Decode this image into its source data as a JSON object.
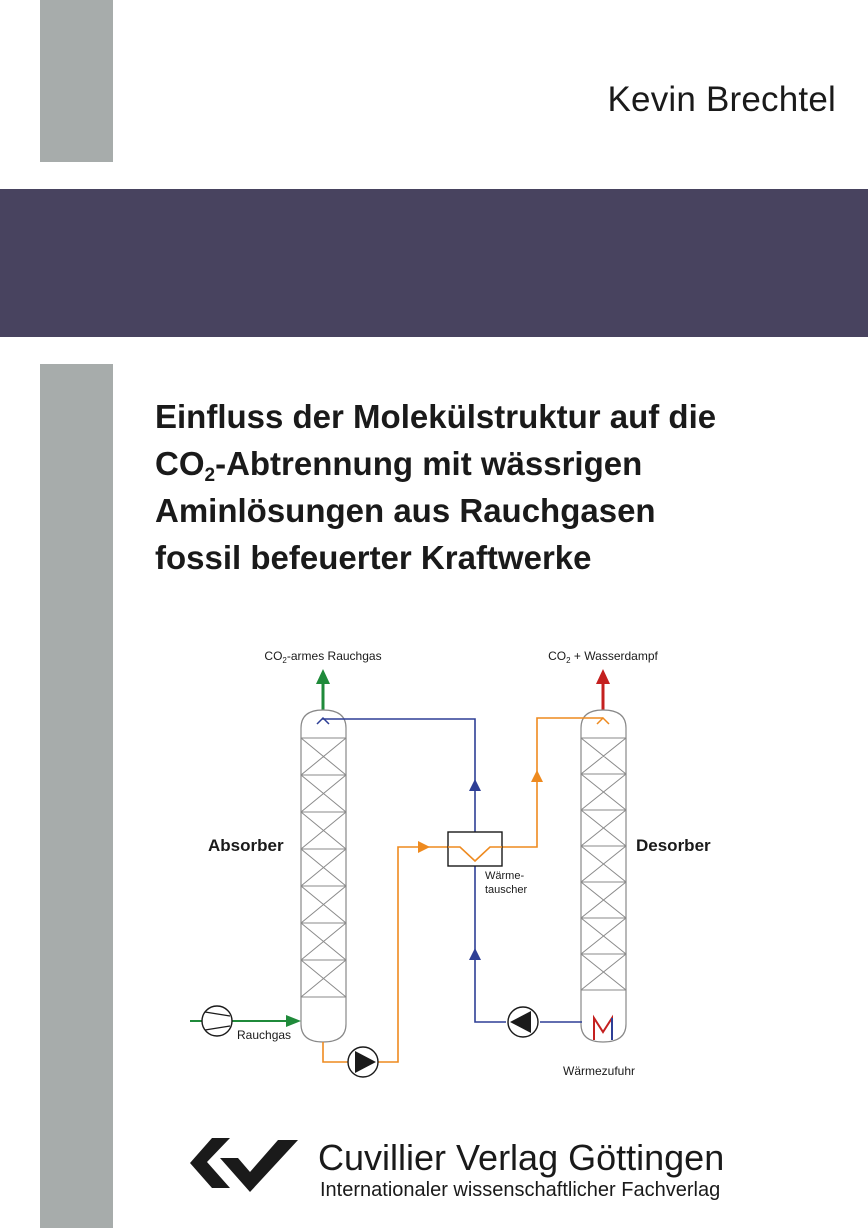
{
  "author": "Kevin Brechtel",
  "title": {
    "line1": "Einfluss der Molekülstruktur auf die",
    "line2_prefix": "CO",
    "line2_sub": "2",
    "line2_suffix": "-Abtrennung mit wässrigen",
    "line3": "Aminlösungen aus Rauchgasen",
    "line4": "fossil befeuerter Kraftwerke"
  },
  "diagram": {
    "absorber_label": "Absorber",
    "desorber_label": "Desorber",
    "co2_lean_gas": {
      "prefix": "CO",
      "sub": "2",
      "suffix": "-armes Rauchgas"
    },
    "co2_steam": {
      "prefix": "CO",
      "sub": "2",
      "suffix": " + Wasserdampf"
    },
    "heat_exchanger_line1": "Wärme-",
    "heat_exchanger_line2": "tauscher",
    "flue_gas_label": "Rauchgas",
    "heat_supply_label": "Wärmezufuhr",
    "colors": {
      "rich": "#ee8a1f",
      "lean": "#2e3f96",
      "gas_out": "#1f8a3a",
      "co2_out": "#c4201f"
    }
  },
  "publisher": {
    "name": "Cuvillier Verlag Göttingen",
    "tagline": "Internationaler wissenschaftlicher Fachverlag"
  },
  "colors": {
    "band": "#48435f",
    "grey_bar": "#a7acab"
  }
}
